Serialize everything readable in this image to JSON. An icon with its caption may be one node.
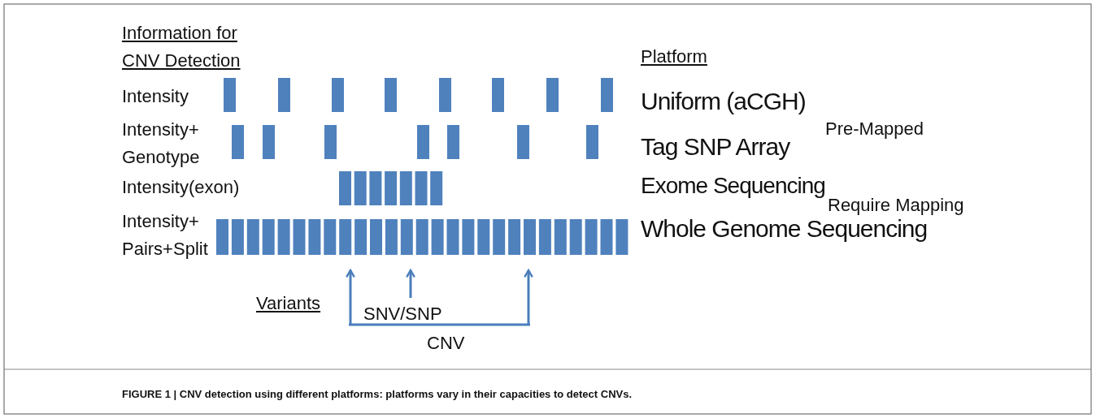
{
  "diagram": {
    "caption": "FIGURE 1 | CNV detection using different platforms: platforms vary in their capacities to detect CNVs.",
    "labels": [
      "Information for CNV Detection",
      "Platform",
      "Intensity",
      "Uniform (aCGH)",
      "Intensity+ Genotype",
      "Tag SNP Array",
      "Pre-Mapped",
      "Intensity(exon)",
      "Exome Sequencing",
      "Require Mapping",
      "Intensity+ Pairs+Split",
      "Whole Genome Sequencing",
      "Variants",
      "SNV/SNP",
      "CNV"
    ]
  }
}
